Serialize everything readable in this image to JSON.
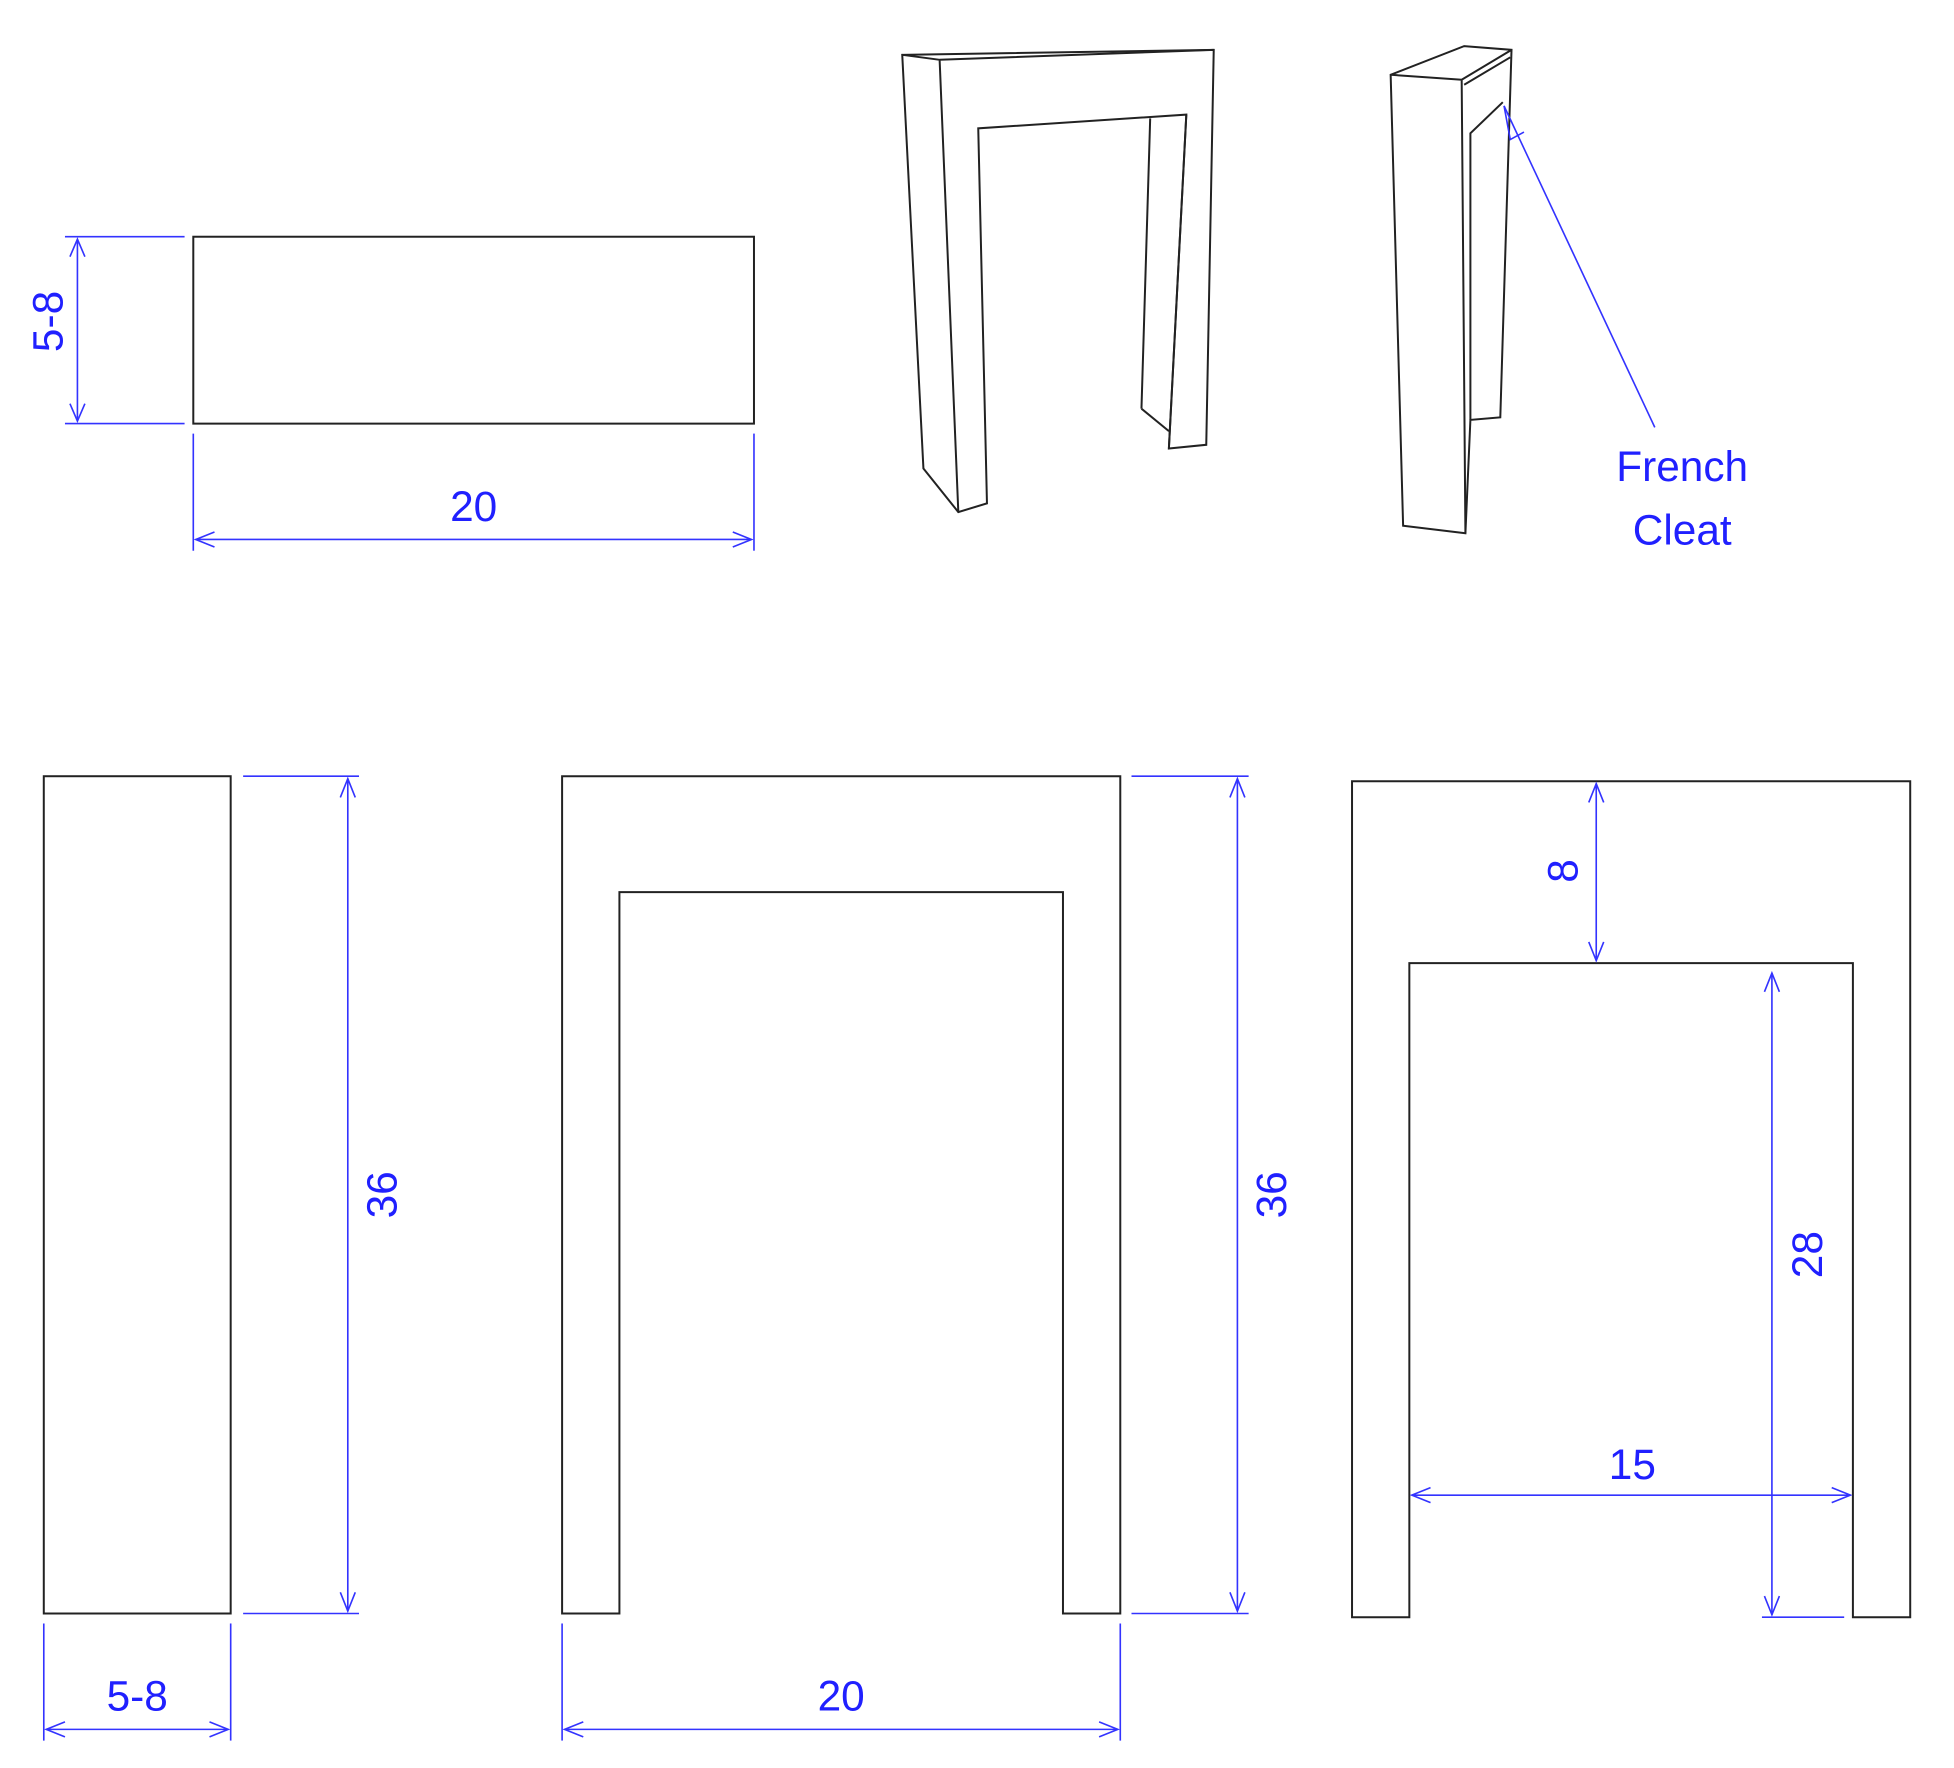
{
  "drawing": {
    "top_view": {
      "width_label": "20",
      "depth_label": "5-8"
    },
    "side_view": {
      "height_label": "36",
      "depth_label": "5-8"
    },
    "front_view": {
      "height_label": "36",
      "width_label": "20"
    },
    "front_detail": {
      "top_rail_label": "8",
      "opening_height_label": "28",
      "opening_width_label": "15"
    },
    "annotation": {
      "line1": "French",
      "line2": "Cleat"
    },
    "colors": {
      "dimension": "#2020ff",
      "outline": "#222222"
    }
  }
}
